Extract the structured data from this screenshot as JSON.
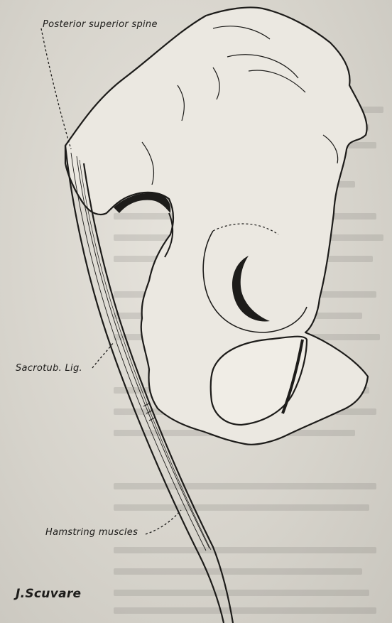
{
  "labels": {
    "posterior_superior_spine": "Posterior superior spine",
    "sacrotuberous_ligament": "Sacrotub. Lig.",
    "hamstring_muscles": "Hamstring muscles",
    "signature": "J.Scuvare"
  },
  "colors": {
    "ink": "#1d1c1a",
    "paper": "#dedbd4",
    "bone_fill": "#ebe8e1"
  }
}
